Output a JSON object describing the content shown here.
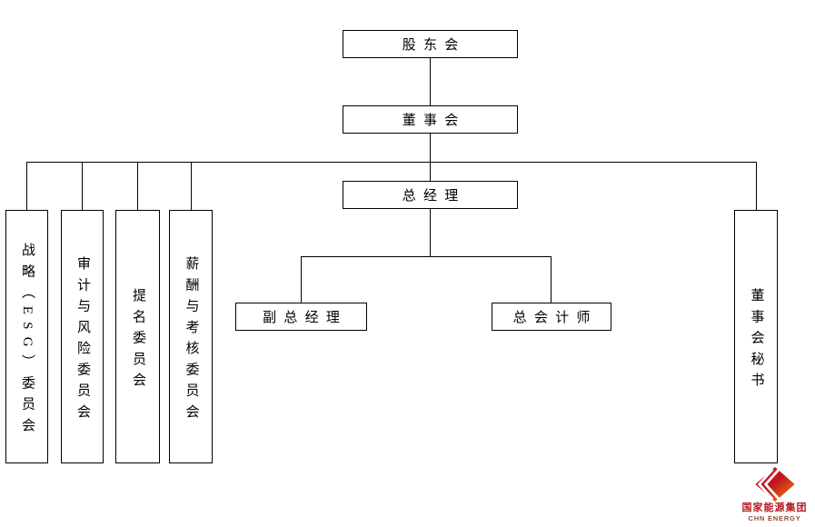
{
  "page": {
    "background": "#ffffff",
    "line_color": "#000000",
    "box_border_color": "#000000"
  },
  "org_chart": {
    "nodes": {
      "shareholders_meeting": {
        "label": "股东会"
      },
      "board_of_directors": {
        "label": "董事会"
      },
      "general_manager": {
        "label": "总经理"
      },
      "deputy_general_manager": {
        "label": "副总经理"
      },
      "chief_accountant": {
        "label": "总会计师"
      },
      "strategy_esg_committee": {
        "label": "战略（ESG）委员会"
      },
      "audit_risk_committee": {
        "label": "审计与风险委员会"
      },
      "nomination_committee": {
        "label": "提名委员会"
      },
      "compensation_assessment_committee": {
        "label": "薪酬与考核委员会"
      },
      "board_secretary": {
        "label": "董事会秘书"
      }
    },
    "edges": [
      [
        "shareholders_meeting",
        "board_of_directors"
      ],
      [
        "board_of_directors",
        "general_manager"
      ],
      [
        "board_of_directors",
        "strategy_esg_committee"
      ],
      [
        "board_of_directors",
        "audit_risk_committee"
      ],
      [
        "board_of_directors",
        "nomination_committee"
      ],
      [
        "board_of_directors",
        "compensation_assessment_committee"
      ],
      [
        "board_of_directors",
        "board_secretary"
      ],
      [
        "general_manager",
        "deputy_general_manager"
      ],
      [
        "general_manager",
        "chief_accountant"
      ]
    ]
  },
  "logo": {
    "company_name_cn": "国家能源集团",
    "company_name_en": "CHN ENERGY",
    "brand_red": "#c4161c",
    "brand_orange": "#f07d10",
    "brand_dark_red": "#b5191f",
    "en_text_color": "#8f4a38"
  }
}
